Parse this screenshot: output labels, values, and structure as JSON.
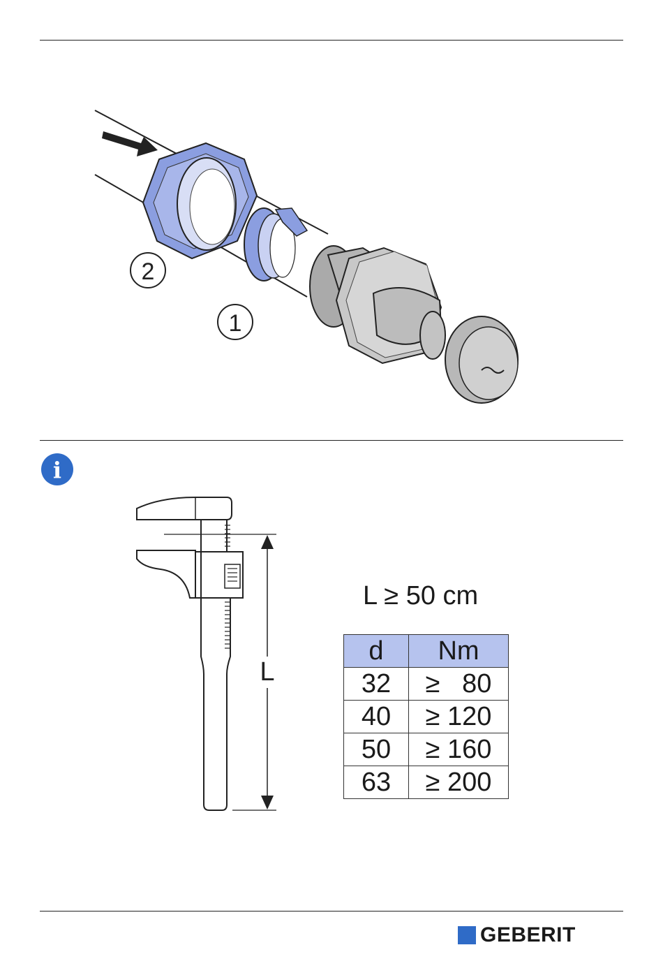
{
  "illustration": {
    "callout_1": "1",
    "callout_2": "2"
  },
  "info": {
    "icon": "info-icon",
    "icon_letter": "i",
    "wrench_dimension_label": "L",
    "formula": "L ≥ 50 cm"
  },
  "torque_table": {
    "headers": [
      "d",
      "Nm"
    ],
    "rows": [
      [
        "32",
        "≥   80"
      ],
      [
        "40",
        "≥ 120"
      ],
      [
        "50",
        "≥ 160"
      ],
      [
        "63",
        "≥ 200"
      ]
    ]
  },
  "footer": {
    "brand": "GEBERIT"
  },
  "colors": {
    "accent_blue": "#8b9ee0",
    "table_header_bg": "#b6c3ee",
    "info_blue": "#2f6bc7",
    "metal_grey": "#c8c8c8"
  }
}
